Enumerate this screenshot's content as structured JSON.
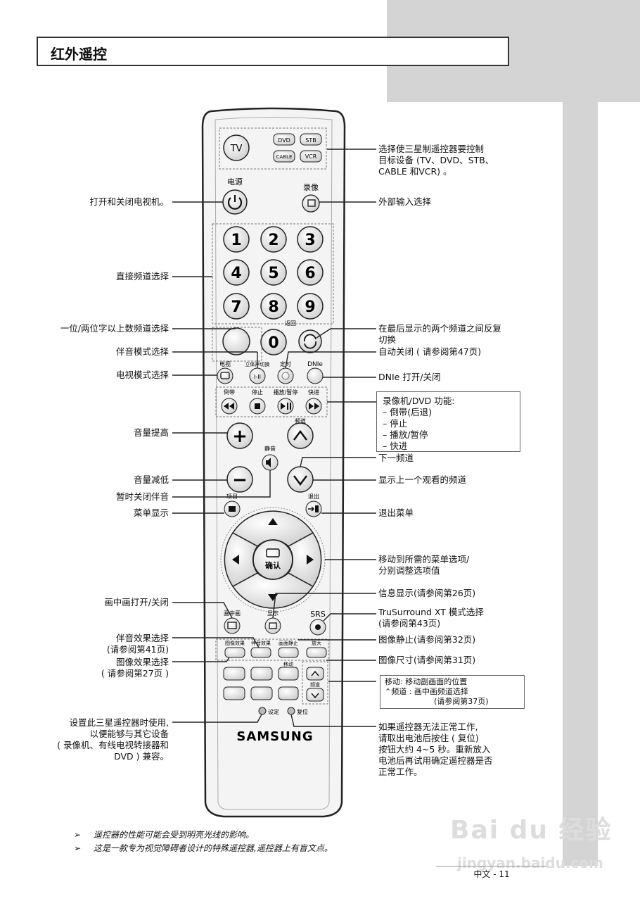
{
  "title": "红外遥控",
  "remote": {
    "buttons": {
      "tv": "TV",
      "dvd": "DVD",
      "stb": "STB",
      "cable": "CABLE",
      "vcr": "VCR",
      "power_label": "电源",
      "source_label": "录像",
      "digits": [
        "1",
        "2",
        "3",
        "4",
        "5",
        "6",
        "7",
        "8",
        "9"
      ],
      "zero": "0",
      "dash": "-/--",
      "prech": "返回",
      "sound_mode": "I-II",
      "sound_mode_label": "立体声切换",
      "tv_mode_label": "电视",
      "sleep_label": "定时",
      "dnie": "DNIe",
      "rew_label": "倒带",
      "stop_label": "停止",
      "play_label": "播放/暂停",
      "ff_label": "快进",
      "vol_up": "+",
      "vol_down": "−",
      "ch_label": "频道",
      "mute_label": "静音",
      "menu_label": "项目",
      "exit_label": "退出",
      "enter": "确认",
      "pip_label": "画中画",
      "info_label": "显示",
      "srs": "SRS",
      "picture_effect_label": "图像效果",
      "sound_effect_label": "伴音效果",
      "still_label": "画面静止",
      "size_label": "放大",
      "move_label": "移动",
      "pip_ch_label": "频道",
      "set_label": "设定",
      "reset_label": "复位",
      "brand": "SAMSUNG"
    }
  },
  "labels_left": {
    "power": "打开和关闭电视机。",
    "direct_channel": "直接频道选择",
    "one_two_digit": "一位/两位字以上数频道选择",
    "sound_mode": "伴音模式选择",
    "tv_mode": "电视模式选择",
    "vol_up": "音量提高",
    "vol_down": "音量减低",
    "mute": "暂时关闭伴音",
    "menu": "菜单显示",
    "pip": "画中画打开/关闭",
    "sound_effect": [
      "伴音效果选择",
      "(请参阅第41页)"
    ],
    "picture_effect": [
      "图像效果选择",
      "( 请参阅第27页 )"
    ],
    "set": [
      "设置此三星遥控器时使用,",
      "以便能够与其它设备",
      "( 录像机、有线电视转接器和",
      "DVD ) 兼容。"
    ]
  },
  "labels_right": {
    "device_select": [
      "选择使三星制遥控器要控制",
      "目标设备 (TV、DVD、STB、",
      "CABLE 和VCR) 。"
    ],
    "source": "外部输入选择",
    "prech": [
      "在最后显示的两个频道之间反复",
      "切换"
    ],
    "sleep": "自动关闭 ( 请参阅第47页)",
    "dnie": "DNIe 打开/关闭",
    "vcr_box": [
      "录像机/DVD 功能:",
      "– 倒带(后退)",
      "– 停止",
      "– 播放/暂停",
      "– 快进"
    ],
    "ch_down": "下一频道",
    "ch_up": "显示上一个观看的频道",
    "exit": "退出菜单",
    "arrows": [
      "移动到所需的菜单选项/",
      "分别调整选项值"
    ],
    "info": "信息显示(请参阅第26页)",
    "srs": [
      "TruSurround XT 模式选择",
      "(请参阅第43页)"
    ],
    "still": "图像静止(请参阅第32页)",
    "size": "图像尺寸(请参阅第31页)",
    "move_box": [
      "移动: 移动副画面的位置",
      "频道 : 画中画频道选择",
      "(请参阅第37页)"
    ],
    "reset": [
      "如果遥控器无法正常工作,",
      "请取出电池后按住 ( 复位)",
      "按钮大约 4~5 秒。重新放入",
      "电池后再试用确定遥控器是否",
      "正常工作。"
    ]
  },
  "notes": [
    "遥控器的性能可能会受到明亮光线的影响。",
    "这是一款专为视觉障碍者设计的特殊遥控器,遥控器上有盲文点。"
  ],
  "footer": "中文 - 11",
  "watermark": {
    "brand": "Bai du 经验",
    "url": "jingyan.baidu.com"
  }
}
